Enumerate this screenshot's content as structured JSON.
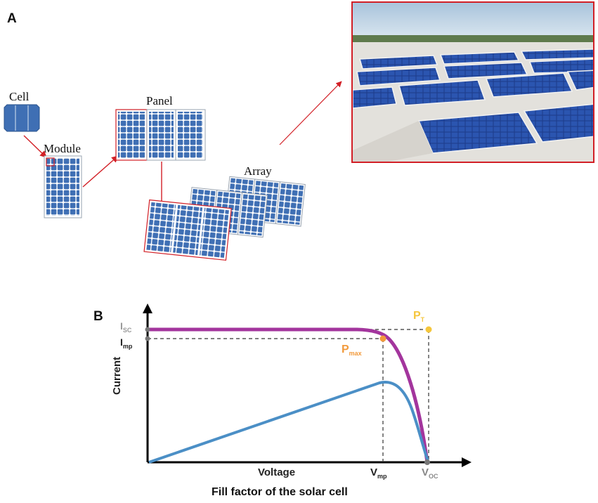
{
  "panel_a": {
    "letter": "A",
    "labels": {
      "cell": "Cell",
      "module": "Module",
      "panel": "Panel",
      "array": "Array"
    }
  },
  "panel_b": {
    "letter": "B",
    "y_label": "Current",
    "x_label": "Voltage",
    "caption": "Fill factor of the solar cell",
    "isc": {
      "main": "I",
      "sub": "SC"
    },
    "imp": {
      "main": "I",
      "sub": "mp"
    },
    "vmp": {
      "main": "V",
      "sub": "mp"
    },
    "voc": {
      "main": "V",
      "sub": "OC"
    },
    "pmax": {
      "main": "P",
      "sub": "max"
    },
    "pt": {
      "main": "P",
      "sub": "T"
    }
  },
  "colors": {
    "accent_red": "#d21f26",
    "panel_blue": "#3f6fb4",
    "iv_curve": "#a3359d",
    "power_curve": "#4b8fc6",
    "pmax_label": "#f29a3c",
    "pt_label": "#f5c63c"
  }
}
